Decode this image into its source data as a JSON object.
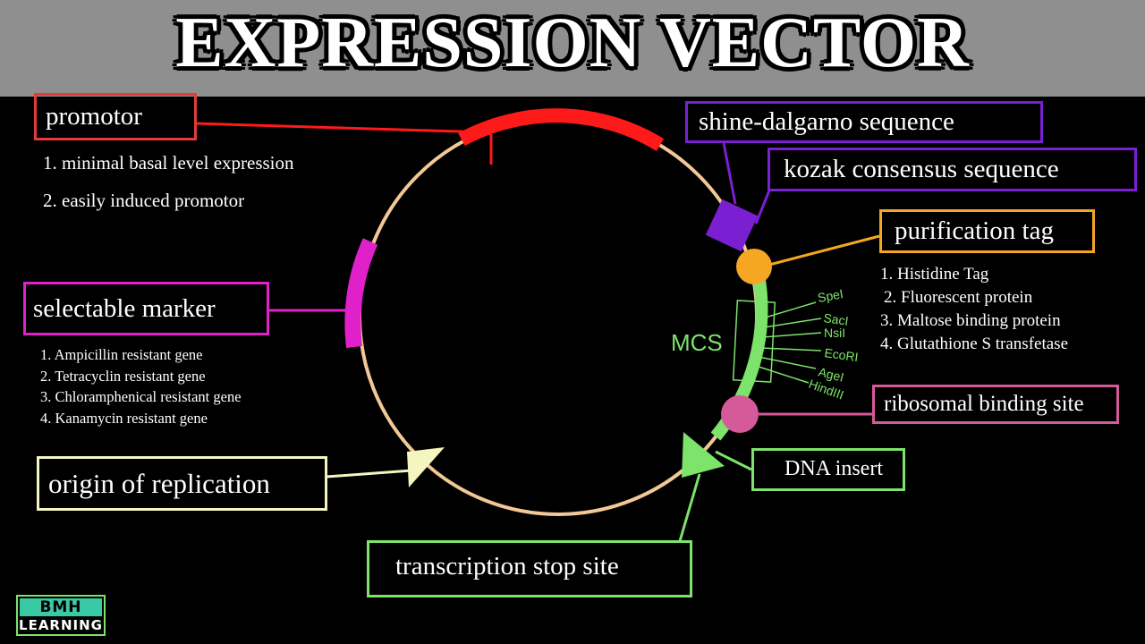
{
  "title": "EXPRESSION VECTOR",
  "labels": {
    "promotor": "promotor",
    "shine_dalgarno": "shine-dalgarno sequence",
    "kozak": "kozak consensus sequence",
    "purification_tag": "purification tag",
    "selectable_marker": "selectable marker",
    "ribosomal_binding_site": "ribosomal binding site",
    "dna_insert": "DNA insert",
    "origin_of_replication": "origin of replication",
    "transcription_stop_site": "transcription stop site",
    "mcs": "MCS"
  },
  "promotor_points": [
    "1. minimal basal level expression",
    "2. easily induced promotor"
  ],
  "purification_points": [
    "1. Histidine Tag",
    "2. Fluorescent protein",
    "3. Maltose binding protein",
    "4. Glutathione S transfetase"
  ],
  "marker_points": [
    "1. Ampicillin resistant gene",
    "2. Tetracyclin resistant gene",
    "3. Chloramphenical resistant gene",
    "4. Kanamycin resistant gene"
  ],
  "mcs_sites": [
    "SpeI",
    "SacI",
    "NsiI",
    "EcoRI",
    "AgeI",
    "HindIII"
  ],
  "logo": {
    "line1": "BMH",
    "line2": "LEARNING"
  },
  "colors": {
    "plasmid": "#f2c896",
    "promotor": "#ff1a1a",
    "shine_dalgarno": "#7a1fd1",
    "kozak": "#7a1fd1",
    "purification_tag": "#f5a623",
    "selectable_marker": "#e020c8",
    "ribosomal_binding_site": "#d65a9a",
    "dna_insert": "#7de36a",
    "origin_of_replication": "#f5f5c0",
    "transcription_stop_site": "#7de36a"
  }
}
